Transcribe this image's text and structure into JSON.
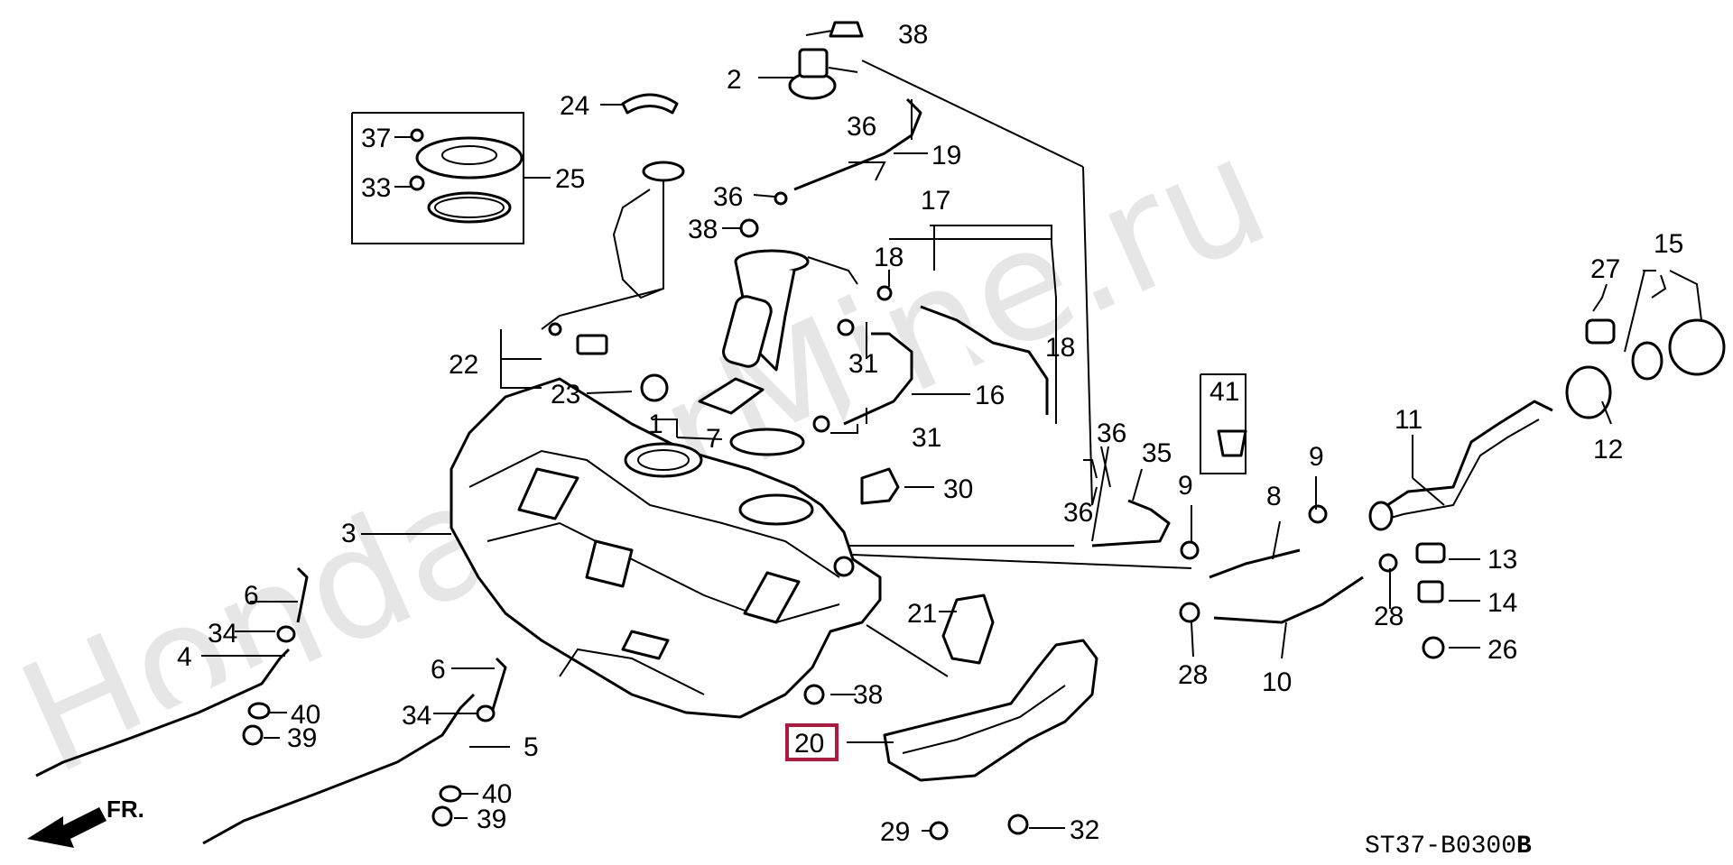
{
  "watermark": "HondaCarMine.ru",
  "diagram_code": "ST37-B0300",
  "diagram_variant": "B",
  "direction_label": "FR.",
  "highlighted_part": "20",
  "callouts": {
    "p1": "1",
    "p2": "2",
    "p3": "3",
    "p4": "4",
    "p5": "5",
    "p6a": "6",
    "p6b": "6",
    "p7": "7",
    "p8": "8",
    "p9a": "9",
    "p9b": "9",
    "p10": "10",
    "p11": "11",
    "p12": "12",
    "p13": "13",
    "p14": "14",
    "p15": "15",
    "p16": "16",
    "p17": "17",
    "p18a": "18",
    "p18b": "18",
    "p19": "19",
    "p20": "20",
    "p21": "21",
    "p22": "22",
    "p23": "23",
    "p24": "24",
    "p25": "25",
    "p26": "26",
    "p27": "27",
    "p28a": "28",
    "p28b": "28",
    "p29": "29",
    "p30": "30",
    "p31a": "31",
    "p31b": "31",
    "p32": "32",
    "p33": "33",
    "p34a": "34",
    "p34b": "34",
    "p35": "35",
    "p36a": "36",
    "p36b": "36",
    "p36c": "36",
    "p36d": "36",
    "p37": "37",
    "p38a": "38",
    "p38b": "38",
    "p38c": "38",
    "p39a": "39",
    "p39b": "39",
    "p40a": "40",
    "p40b": "40",
    "p41": "41"
  }
}
